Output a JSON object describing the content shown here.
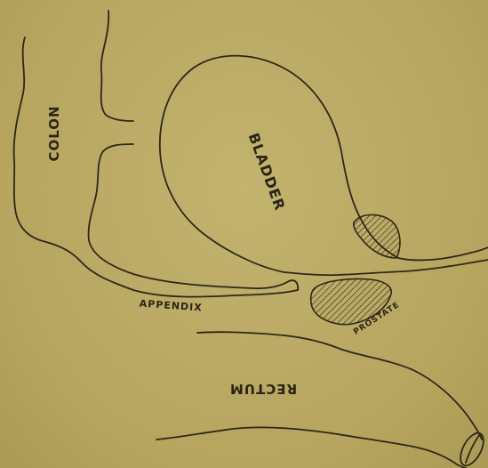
{
  "labels": {
    "colon": "COLON",
    "bladder": "BLADDER",
    "appendix": "APPENDIX",
    "prostate": "PROSTATE",
    "rectum": "RECTUM"
  },
  "colors": {
    "paper": "#b9a964",
    "ink": "#2e2718"
  }
}
